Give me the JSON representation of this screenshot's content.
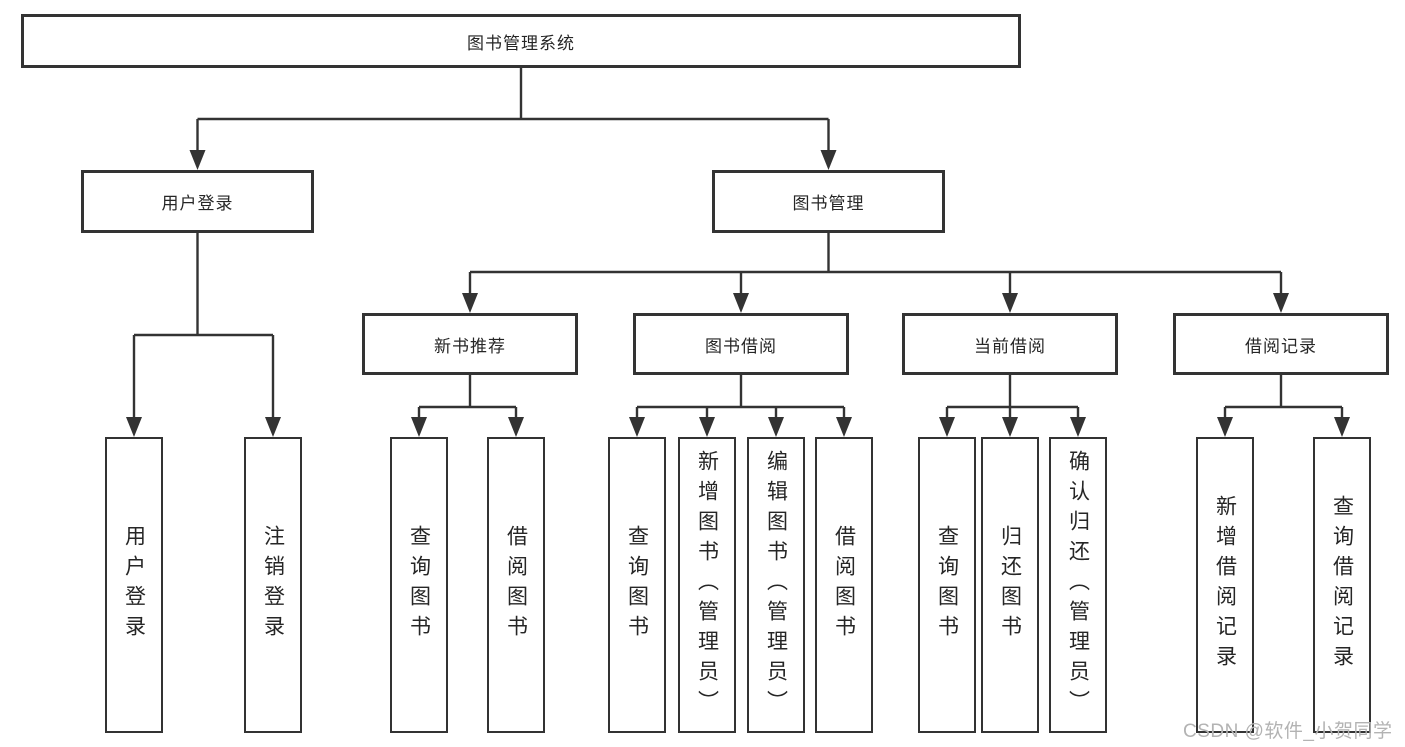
{
  "diagram": {
    "type": "tree",
    "root": {
      "label": "图书管理系统"
    },
    "branches": [
      {
        "label": "用户登录",
        "children": [
          {
            "label": "用户登录"
          },
          {
            "label": "注销登录"
          }
        ]
      },
      {
        "label": "图书管理",
        "children": [
          {
            "label": "新书推荐",
            "children": [
              {
                "label": "查询图书"
              },
              {
                "label": "借阅图书"
              }
            ]
          },
          {
            "label": "图书借阅",
            "children": [
              {
                "label": "查询图书"
              },
              {
                "label": "新增图书（管理员）"
              },
              {
                "label": "编辑图书（管理员）"
              },
              {
                "label": "借阅图书"
              }
            ]
          },
          {
            "label": "当前借阅",
            "children": [
              {
                "label": "查询图书"
              },
              {
                "label": "归还图书"
              },
              {
                "label": "确认归还（管理员）"
              }
            ]
          },
          {
            "label": "借阅记录",
            "children": [
              {
                "label": "新增借阅记录"
              },
              {
                "label": "查询借阅记录"
              }
            ]
          }
        ]
      }
    ]
  },
  "watermark": "CSDN @软件_小贺同学",
  "colors": {
    "line": "#333333",
    "box_border": "#333333",
    "text": "#262626",
    "watermark": "#b3b3b3",
    "background": "#ffffff"
  }
}
